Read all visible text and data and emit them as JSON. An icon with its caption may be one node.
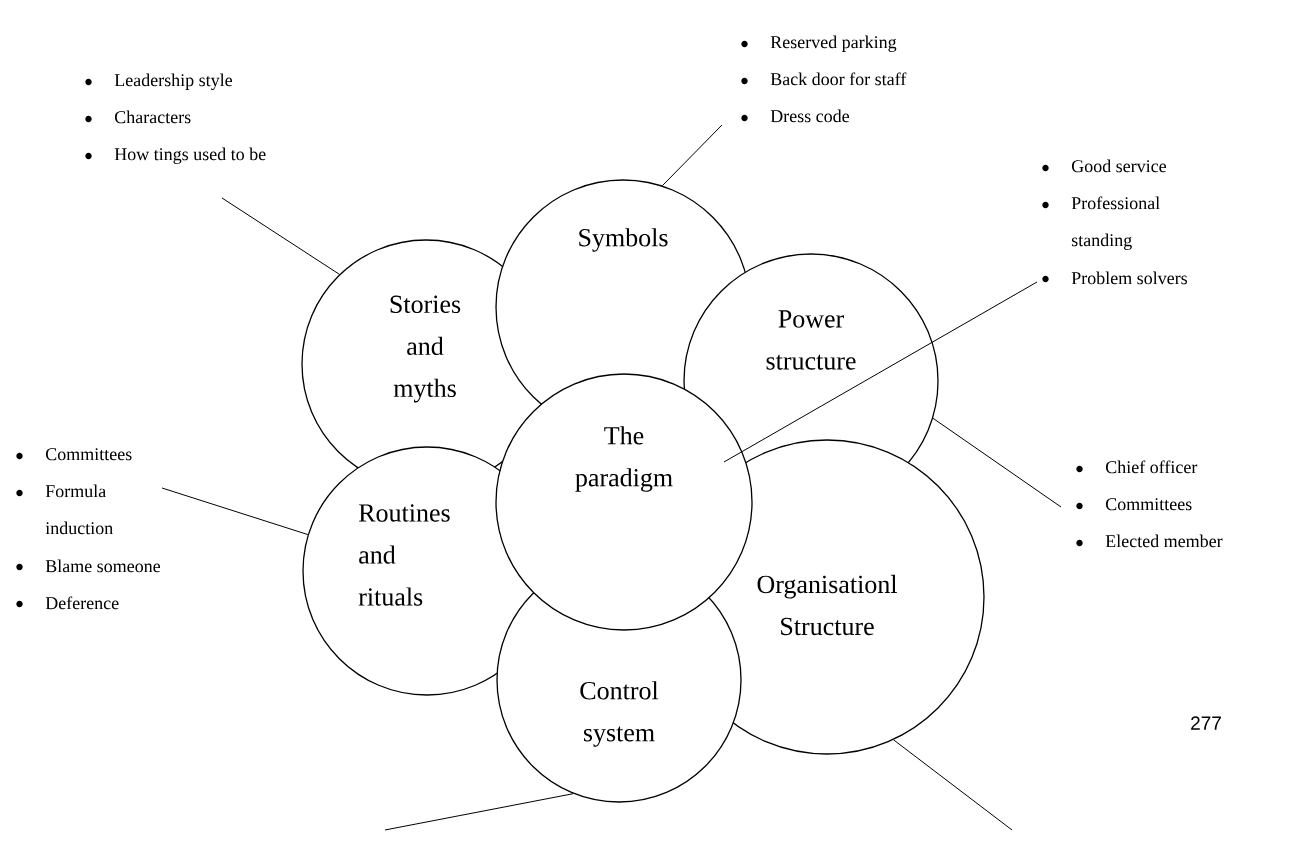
{
  "diagram": {
    "nodes": [
      {
        "text": [
          "Reserved parking",
          "Back door for staff",
          "Dress code"
        ]
      },
      {
        "text": [
          "Leadership style",
          "Characters",
          "How tings used to be"
        ]
      },
      {
        "text": [
          "Symbols"
        ]
      },
      {
        "text": [
          "Good service",
          "Professional standing",
          "Problem solvers"
        ]
      },
      {
        "text": [
          "Stories and myths"
        ]
      },
      {
        "text": [
          "Power structure"
        ]
      },
      {
        "text": [
          "The paradigm"
        ]
      },
      {
        "text": [
          "Committees",
          "Formula induction",
          "Blame someone",
          "Deference"
        ]
      },
      {
        "text": [
          "Routines and rituals"
        ]
      },
      {
        "text": [
          "Chief officer",
          "Committees",
          "Elected member"
        ]
      },
      {
        "text": [
          "Organisationl Structure"
        ]
      },
      {
        "text": [
          "Control system"
        ]
      }
    ],
    "edges": [
      {
        "from": 0,
        "to": 2,
        "arrow": "none"
      },
      {
        "from": 1,
        "to": 4,
        "arrow": "none"
      },
      {
        "from": 3,
        "to": 6,
        "arrow": "none"
      },
      {
        "from": 7,
        "to": 8,
        "arrow": "none"
      },
      {
        "from": 9,
        "to": 5,
        "arrow": "none"
      },
      {
        "from": null,
        "to": 11,
        "arrow": "none"
      },
      {
        "from": null,
        "to": 10,
        "arrow": "none"
      }
    ],
    "labels": [
      "277"
    ]
  }
}
